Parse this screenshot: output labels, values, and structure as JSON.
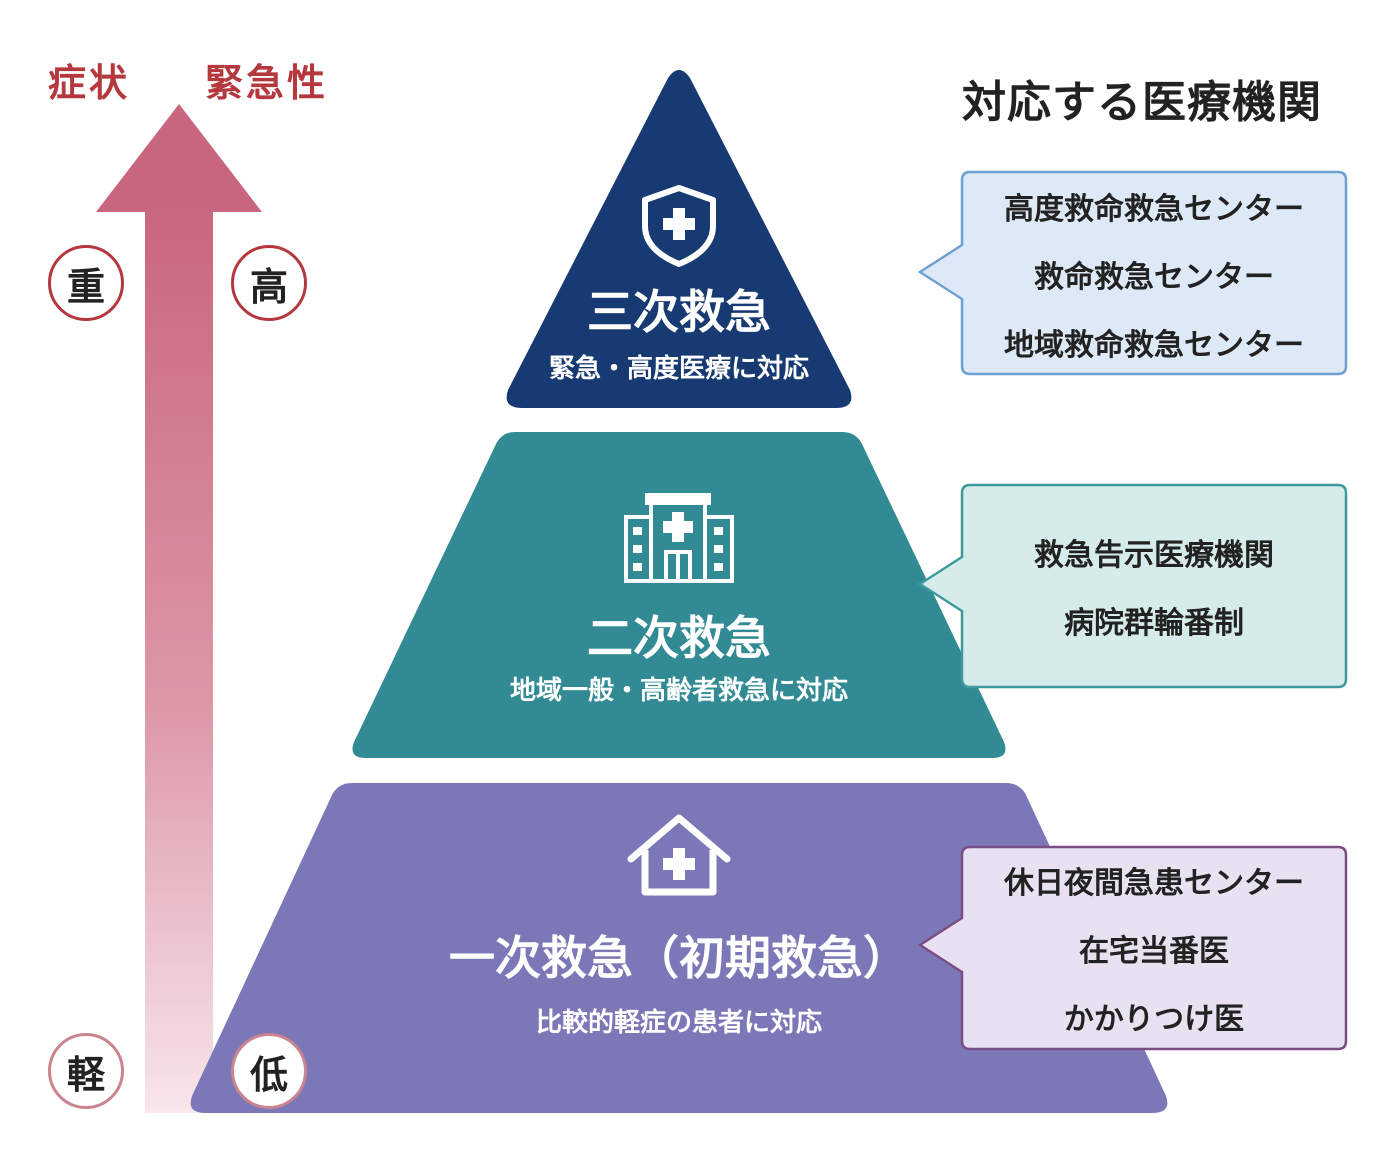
{
  "axis": {
    "label_symptom": "症状",
    "label_urgency": "緊急性",
    "symptom_high": "重",
    "symptom_low": "軽",
    "urgency_high": "高",
    "urgency_low": "低"
  },
  "heading": "対応する医療機関",
  "tiers": [
    {
      "title": "三次救急",
      "subtitle": "緊急・高度医療に対応",
      "icon": "shield-plus-icon",
      "color": "#173a72",
      "facilities": [
        "高度救命救急センター",
        "救命救急センター",
        "地域救命救急センター"
      ],
      "box_fill": "#dde9f6",
      "box_stroke": "#6fa0d2"
    },
    {
      "title": "二次救急",
      "subtitle": "地域一般・高齢者救急に対応",
      "icon": "hospital-building-icon",
      "color": "#328b94",
      "facilities": [
        "救急告示医療機関",
        "病院群輪番制"
      ],
      "box_fill": "#d6ecea",
      "box_stroke": "#3f9a9e"
    },
    {
      "title": "一次救急（初期救急）",
      "subtitle": "比較的軽症の患者に対応",
      "icon": "clinic-house-icon",
      "color": "#7c78b8",
      "facilities": [
        "休日夜間急患センター",
        "在宅当番医",
        "かかりつけ医"
      ],
      "box_fill": "#e7e1f2",
      "box_stroke": "#7b4c86"
    }
  ],
  "colors": {
    "axis_red": "#b5383f",
    "arrow_top": "#c8667f",
    "arrow_bottom": "#f6e4e8"
  }
}
